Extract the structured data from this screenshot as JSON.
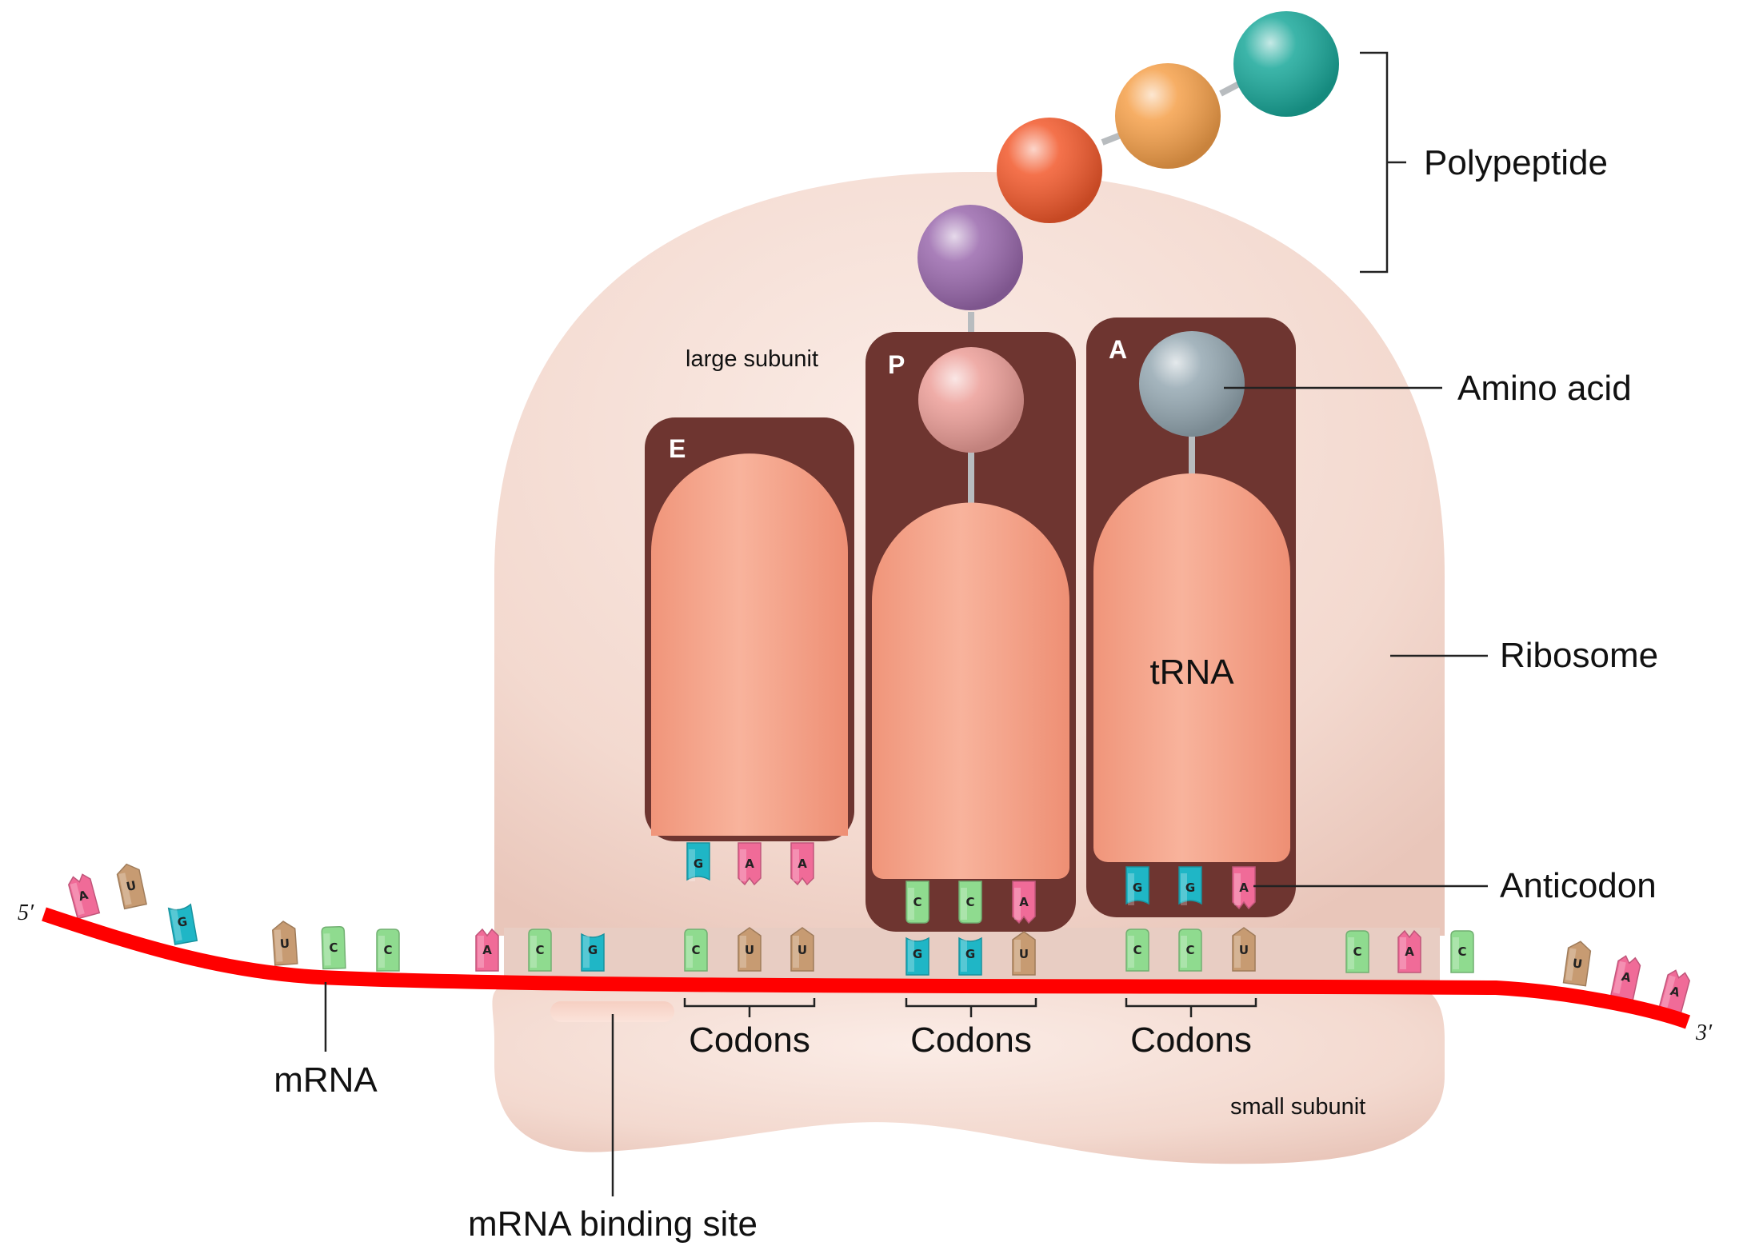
{
  "colors": {
    "ribosome": "#f4dcd3",
    "site_box": "#6e3530",
    "trna": "#f4a387",
    "mrna": "#ff0000",
    "base_A": "#f06b98",
    "base_U": "#c79b72",
    "base_C": "#8fdb8f",
    "base_G": "#1fb6c6",
    "bead_teal": "#1aa89a",
    "bead_orange": "#f5a04a",
    "bead_red": "#f2592c",
    "bead_purple": "#9a69ad",
    "bead_pink": "#ec9e98",
    "bead_gray": "#95a8b2"
  },
  "labels": {
    "polypeptide": "Polypeptide",
    "amino_acid": "Amino acid",
    "ribosome": "Ribosome",
    "anticodon": "Anticodon",
    "large_subunit": "large subunit",
    "small_subunit": "small subunit",
    "trna": "tRNA",
    "codons": "Codons",
    "mrna": "mRNA",
    "mrna_binding_site": "mRNA binding site",
    "five_prime": "5′",
    "three_prime": "3′",
    "site_e": "E",
    "site_p": "P",
    "site_a": "A"
  },
  "mrna_bases": [
    "A",
    "U",
    "G",
    "U",
    "C",
    "C",
    "A",
    "C",
    "G",
    "C",
    "U",
    "U",
    "G",
    "G",
    "U",
    "C",
    "C",
    "U",
    "C",
    "A",
    "C",
    "U",
    "A",
    "A"
  ],
  "anticodons": {
    "e": [
      "G",
      "A",
      "A"
    ],
    "p": [
      "C",
      "C",
      "A"
    ],
    "a": [
      "G",
      "G",
      "A"
    ]
  }
}
